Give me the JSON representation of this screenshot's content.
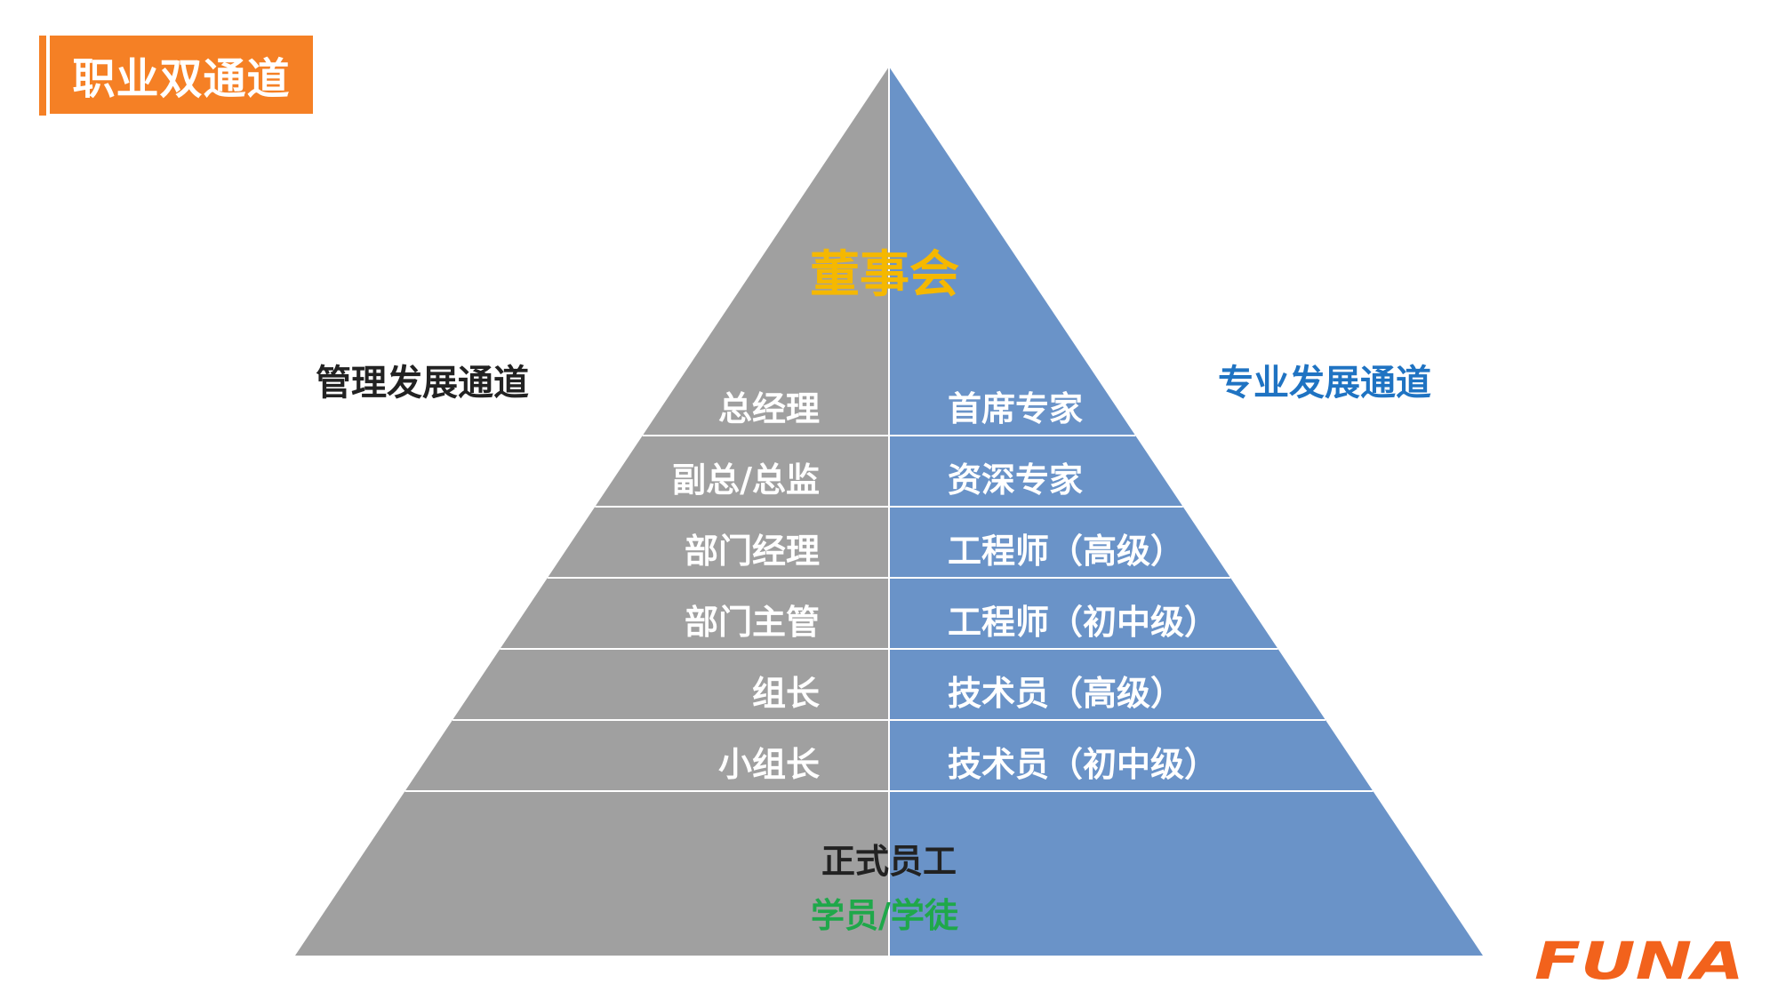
{
  "title": "职业双通道",
  "top_label": "董事会",
  "left_channel_label": "管理发展通道",
  "right_channel_label": "专业发展通道",
  "management_levels": [
    "总经理",
    "副总/总监",
    "部门经理",
    "部门主管",
    "组长",
    "小组长"
  ],
  "professional_levels": [
    "首席专家",
    "资深专家",
    "工程师（高级）",
    "工程师（初中级）",
    "技术员（高级）",
    "技术员（初中级）"
  ],
  "base_label": "正式员工",
  "trainee_label": "学员/学徒",
  "logo_text": "FUNA",
  "colors": {
    "accent_orange": "#F58025",
    "left_fill": "#A0A0A0",
    "right_fill": "#6A93C8",
    "top_label": "#F5B800",
    "right_channel_label": "#1F73C2",
    "trainee_label": "#1FA84A",
    "base_label": "#222222",
    "logo": "#F2621C"
  }
}
